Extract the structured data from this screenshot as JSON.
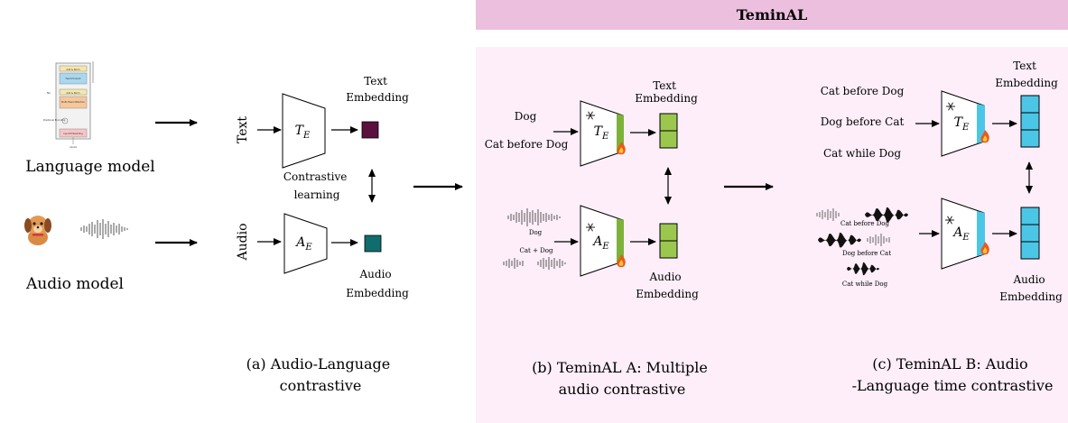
{
  "banner": {
    "title": "TeminAL"
  },
  "panel_a": {
    "language_model_label": "Language model",
    "audio_model_label": "Audio model",
    "text_side_label": "Text",
    "audio_side_label": "Audio",
    "text_encoder": "T",
    "audio_encoder": "A",
    "encoder_subscript": "E",
    "text_embedding": [
      "Text",
      "Embedding"
    ],
    "audio_embedding": [
      "Audio",
      "Embedding"
    ],
    "contrastive": [
      "Contrastive",
      "learning"
    ],
    "caption": [
      "(a) Audio-Language",
      "contrastive"
    ],
    "colors": {
      "text_embedding": "#5b1040",
      "audio_embedding": "#106d6d"
    },
    "transformer_sketch": {
      "blocks": [
        "Add & Norm",
        "Feed Forward",
        "Add & Norm",
        "Multi-Head Attention",
        "Input Embedding"
      ],
      "labels": [
        "Nx",
        "Positional Encoding",
        "Inputs"
      ]
    }
  },
  "panel_b": {
    "text_inputs": [
      "Dog",
      "Cat before Dog"
    ],
    "audio_inputs": [
      "Dog",
      "Cat + Dog"
    ],
    "text_encoder": "T",
    "audio_encoder": "A",
    "encoder_subscript": "E",
    "text_embedding": [
      "Text",
      "Embedding"
    ],
    "audio_embedding": [
      "Audio",
      "Embedding"
    ],
    "caption": [
      "(b) TeminAL A: Multiple",
      "audio contrastive"
    ],
    "colors": {
      "embedding": "#9bc74f",
      "adapter": "#7db23a"
    }
  },
  "panel_c": {
    "text_inputs": [
      "Cat before Dog",
      "Dog before Cat",
      "Cat while Dog"
    ],
    "audio_inputs": [
      "Cat before Dog",
      "Dog before Cat",
      "Cat while Dog"
    ],
    "text_encoder": "T",
    "audio_encoder": "A",
    "encoder_subscript": "E",
    "text_embedding": [
      "Text",
      "Embedding"
    ],
    "audio_embedding": [
      "Audio",
      "Embedding"
    ],
    "caption": [
      "(c) TeminAL B: Audio",
      "-Language time contrastive"
    ],
    "colors": {
      "embedding": "#4cc6e6",
      "adapter": "#4cc6e6"
    }
  },
  "colors": {
    "banner": "#ecbfdf",
    "panel_bg": "#fdeefa",
    "flame": "#e85a1a"
  }
}
